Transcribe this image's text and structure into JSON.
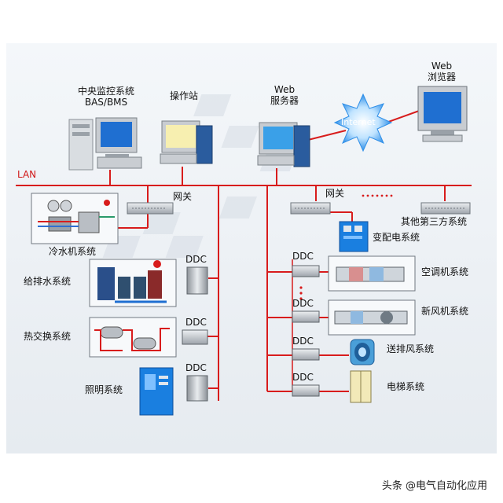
{
  "network": {
    "lan_label": "LAN",
    "internet_label": "Internet"
  },
  "top": {
    "central": {
      "line1": "中央监控系统",
      "line2": "BAS/BMS"
    },
    "operator": "操作站",
    "web_server": {
      "line1": "Web",
      "line2": "服务器"
    },
    "web_browser": {
      "line1": "Web",
      "line2": "浏览器"
    }
  },
  "gateways": {
    "left": "网关",
    "right": "网关",
    "ellipsis": "………",
    "third_party": "其他第三方系统"
  },
  "left_systems": {
    "chiller": "冷水机系统",
    "water": "给排水系统",
    "heat_exchange": "热交换系统",
    "lighting": "照明系统"
  },
  "right_systems": {
    "substation": "变配电系统",
    "ahu": "空调机系统",
    "fresh_air": "新风机系统",
    "exhaust": "送排风系统",
    "elevator": "电梯系统"
  },
  "ddc_label": "DDC",
  "watermark": "头条 @电气自动化应用",
  "colors": {
    "bus": "#d81c1c",
    "panel_bg": "#e9eef3",
    "device_gray": "#b9bec4",
    "screen_blue": "#1f6fd1",
    "screen_yellow": "#f7efb0",
    "cabinet_blue": "#1a7fe0"
  }
}
